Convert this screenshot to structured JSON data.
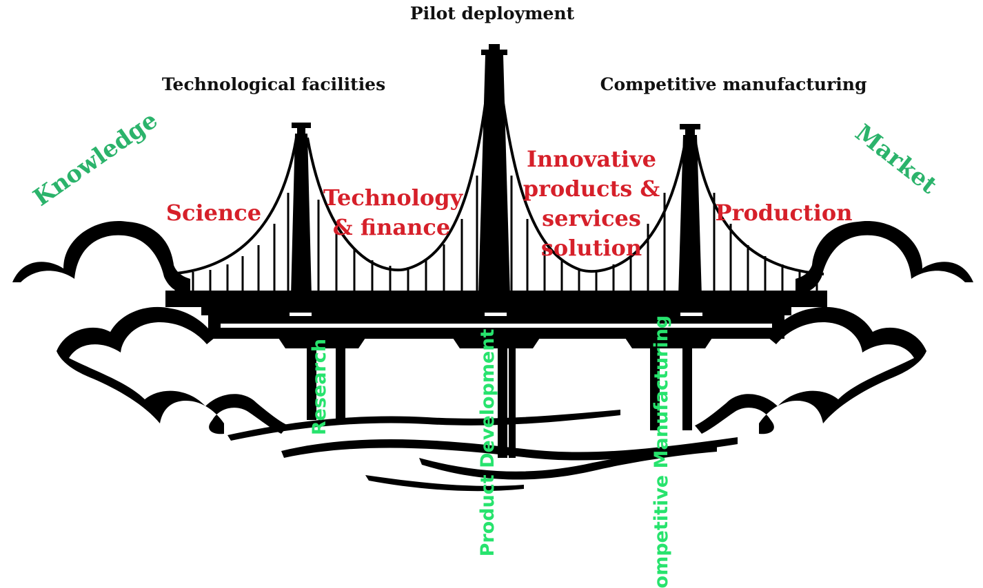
{
  "colors": {
    "ink": "#000000",
    "stage_label": "#d6202a",
    "end_label": "#2bb36b",
    "pillar_label": "#27e36d",
    "heading": "#111111"
  },
  "headings": {
    "pilot_deployment": "Pilot deployment",
    "technological_facilities": "Technological facilities",
    "competitive_manufacturing": "Competitive manufacturing"
  },
  "ends": {
    "left": "Knowledge",
    "right": "Market"
  },
  "stages": {
    "science": "Science",
    "technology_1": "Technology",
    "technology_2": "& finance",
    "innovative_1": "Innovative",
    "innovative_2": "products &",
    "innovative_3": "services",
    "innovative_4": "solution",
    "production": "Production"
  },
  "pillars": {
    "research": "Research",
    "product_development": "Product Development",
    "competitive_manufacturing": "Competitive Manufacturing"
  }
}
